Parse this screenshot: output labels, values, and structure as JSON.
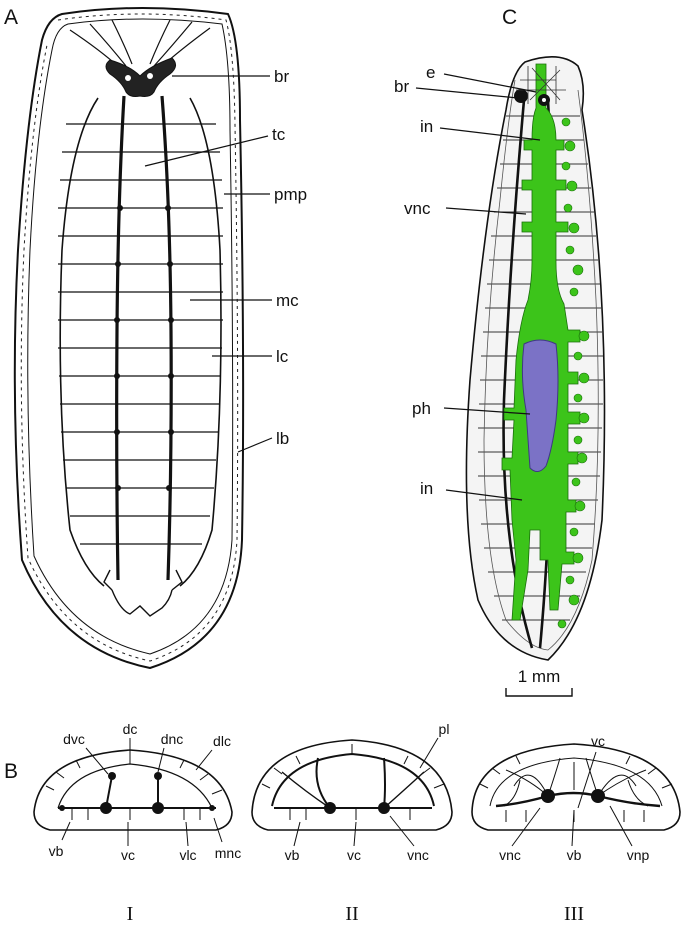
{
  "panels": {
    "a": {
      "letter": "A",
      "labels": {
        "br": "br",
        "tc": "tc",
        "pmp": "pmp",
        "mc": "mc",
        "lc": "lc",
        "lb": "lb"
      }
    },
    "b": {
      "letter": "B",
      "sections": [
        {
          "roman": "I",
          "top_labels": {
            "dvc": "dvc",
            "dc": "dc",
            "dnc": "dnc",
            "dlc": "dlc"
          },
          "bottom_labels": {
            "vb": "vb",
            "vc": "vc",
            "vlc": "vlc",
            "mnc": "mnc"
          }
        },
        {
          "roman": "II",
          "top_labels": {
            "pl": "pl"
          },
          "bottom_labels": {
            "vb": "vb",
            "vc": "vc",
            "vnc": "vnc"
          }
        },
        {
          "roman": "III",
          "top_labels": {
            "vc": "vc"
          },
          "bottom_labels": {
            "vnc": "vnc",
            "vb": "vb",
            "vnp": "vnp"
          }
        }
      ]
    },
    "c": {
      "letter": "C",
      "labels": {
        "e": "e",
        "br": "br",
        "in_top": "in",
        "vnc": "vnc",
        "ph": "ph",
        "in_bottom": "in"
      },
      "scale_bar": "1 mm",
      "colors": {
        "intestine": "#3cc41a",
        "pharynx": "#7b72c6"
      }
    }
  }
}
